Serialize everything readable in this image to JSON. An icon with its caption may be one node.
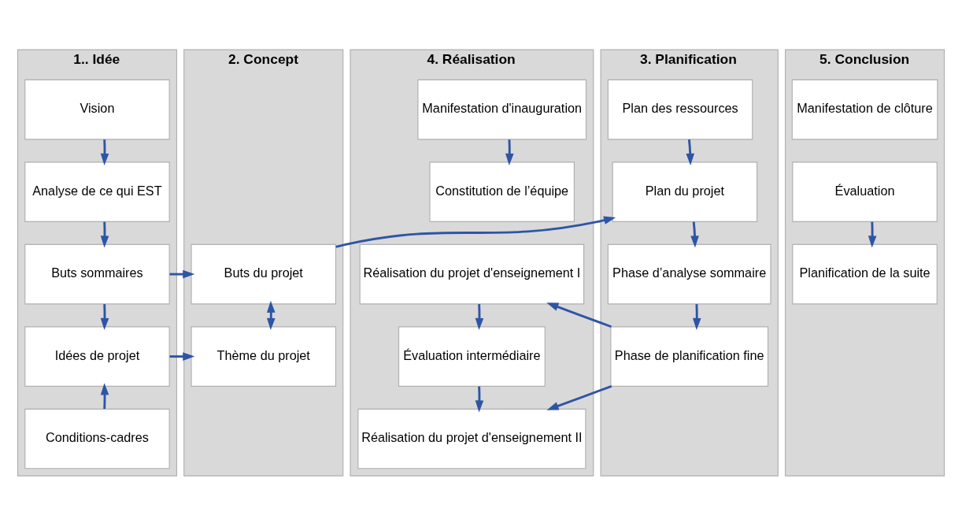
{
  "diagram": {
    "nodes": [
      {
        "text": [
          "1.. Idée"
        ]
      },
      {
        "text": [
          "Vision"
        ],
        "in": 0
      },
      {
        "text": [
          "Analyse de ce qui EST"
        ],
        "in": 0
      },
      {
        "text": [
          "Buts sommaires"
        ],
        "in": 0
      },
      {
        "text": [
          "Idées de projet"
        ],
        "in": 0
      },
      {
        "text": [
          "Conditions-cadres"
        ],
        "in": 0
      },
      {
        "text": [
          "2. Concept"
        ]
      },
      {
        "text": [
          "Buts du projet"
        ],
        "in": 6
      },
      {
        "text": [
          "Thème du projet"
        ],
        "in": 6
      },
      {
        "text": [
          "3. Planification"
        ]
      },
      {
        "text": [
          "Plan des ressources"
        ],
        "in": 9
      },
      {
        "text": [
          "Plan du projet"
        ],
        "in": 9
      },
      {
        "text": [
          "Phase d’analyse sommaire"
        ],
        "in": 9
      },
      {
        "text": [
          "Phase de planification fine"
        ],
        "in": 9
      },
      {
        "text": [
          "4. Réalisation"
        ]
      },
      {
        "text": [
          "Manifestation d'inauguration"
        ],
        "in": 14
      },
      {
        "text": [
          "Constitution de l’équipe"
        ],
        "in": 14
      },
      {
        "text": [
          "Réalisation du projet d'enseignement I"
        ],
        "in": 14
      },
      {
        "text": [
          "Évaluation intermédiaire"
        ],
        "in": 14
      },
      {
        "text": [
          "Réalisation du projet d'enseignement II"
        ],
        "in": 14
      },
      {
        "text": [
          "5. Conclusion"
        ]
      },
      {
        "text": [
          "Manifestation de clôture"
        ],
        "in": 20
      },
      {
        "text": [
          "Évaluation"
        ],
        "in": 20
      },
      {
        "text": [
          "Planification de la suite"
        ],
        "in": 20
      }
    ],
    "edges": [
      {
        "from": 1,
        "to": 2,
        "arrow": "to"
      },
      {
        "from": 2,
        "to": 3,
        "arrow": "to"
      },
      {
        "from": 3,
        "to": 4,
        "arrow": "to"
      },
      {
        "from": 5,
        "to": 4,
        "arrow": "to"
      },
      {
        "from": 3,
        "to": 7,
        "arrow": "to"
      },
      {
        "from": 4,
        "to": 8,
        "arrow": "to"
      },
      {
        "from": 7,
        "to": 8,
        "arrow": "both"
      },
      {
        "from": 7,
        "to": 11,
        "arrow": "to"
      },
      {
        "from": 10,
        "to": 11,
        "arrow": "to"
      },
      {
        "from": 11,
        "to": 12,
        "arrow": "to"
      },
      {
        "from": 12,
        "to": 13,
        "arrow": "to"
      },
      {
        "from": 13,
        "to": 17,
        "arrow": "to"
      },
      {
        "from": 13,
        "to": 19,
        "arrow": "to"
      },
      {
        "from": 15,
        "to": 16,
        "arrow": "to"
      },
      {
        "from": 17,
        "to": 18,
        "arrow": "to"
      },
      {
        "from": 18,
        "to": 19,
        "arrow": "to"
      },
      {
        "from": 22,
        "to": 23,
        "arrow": "to"
      }
    ]
  }
}
